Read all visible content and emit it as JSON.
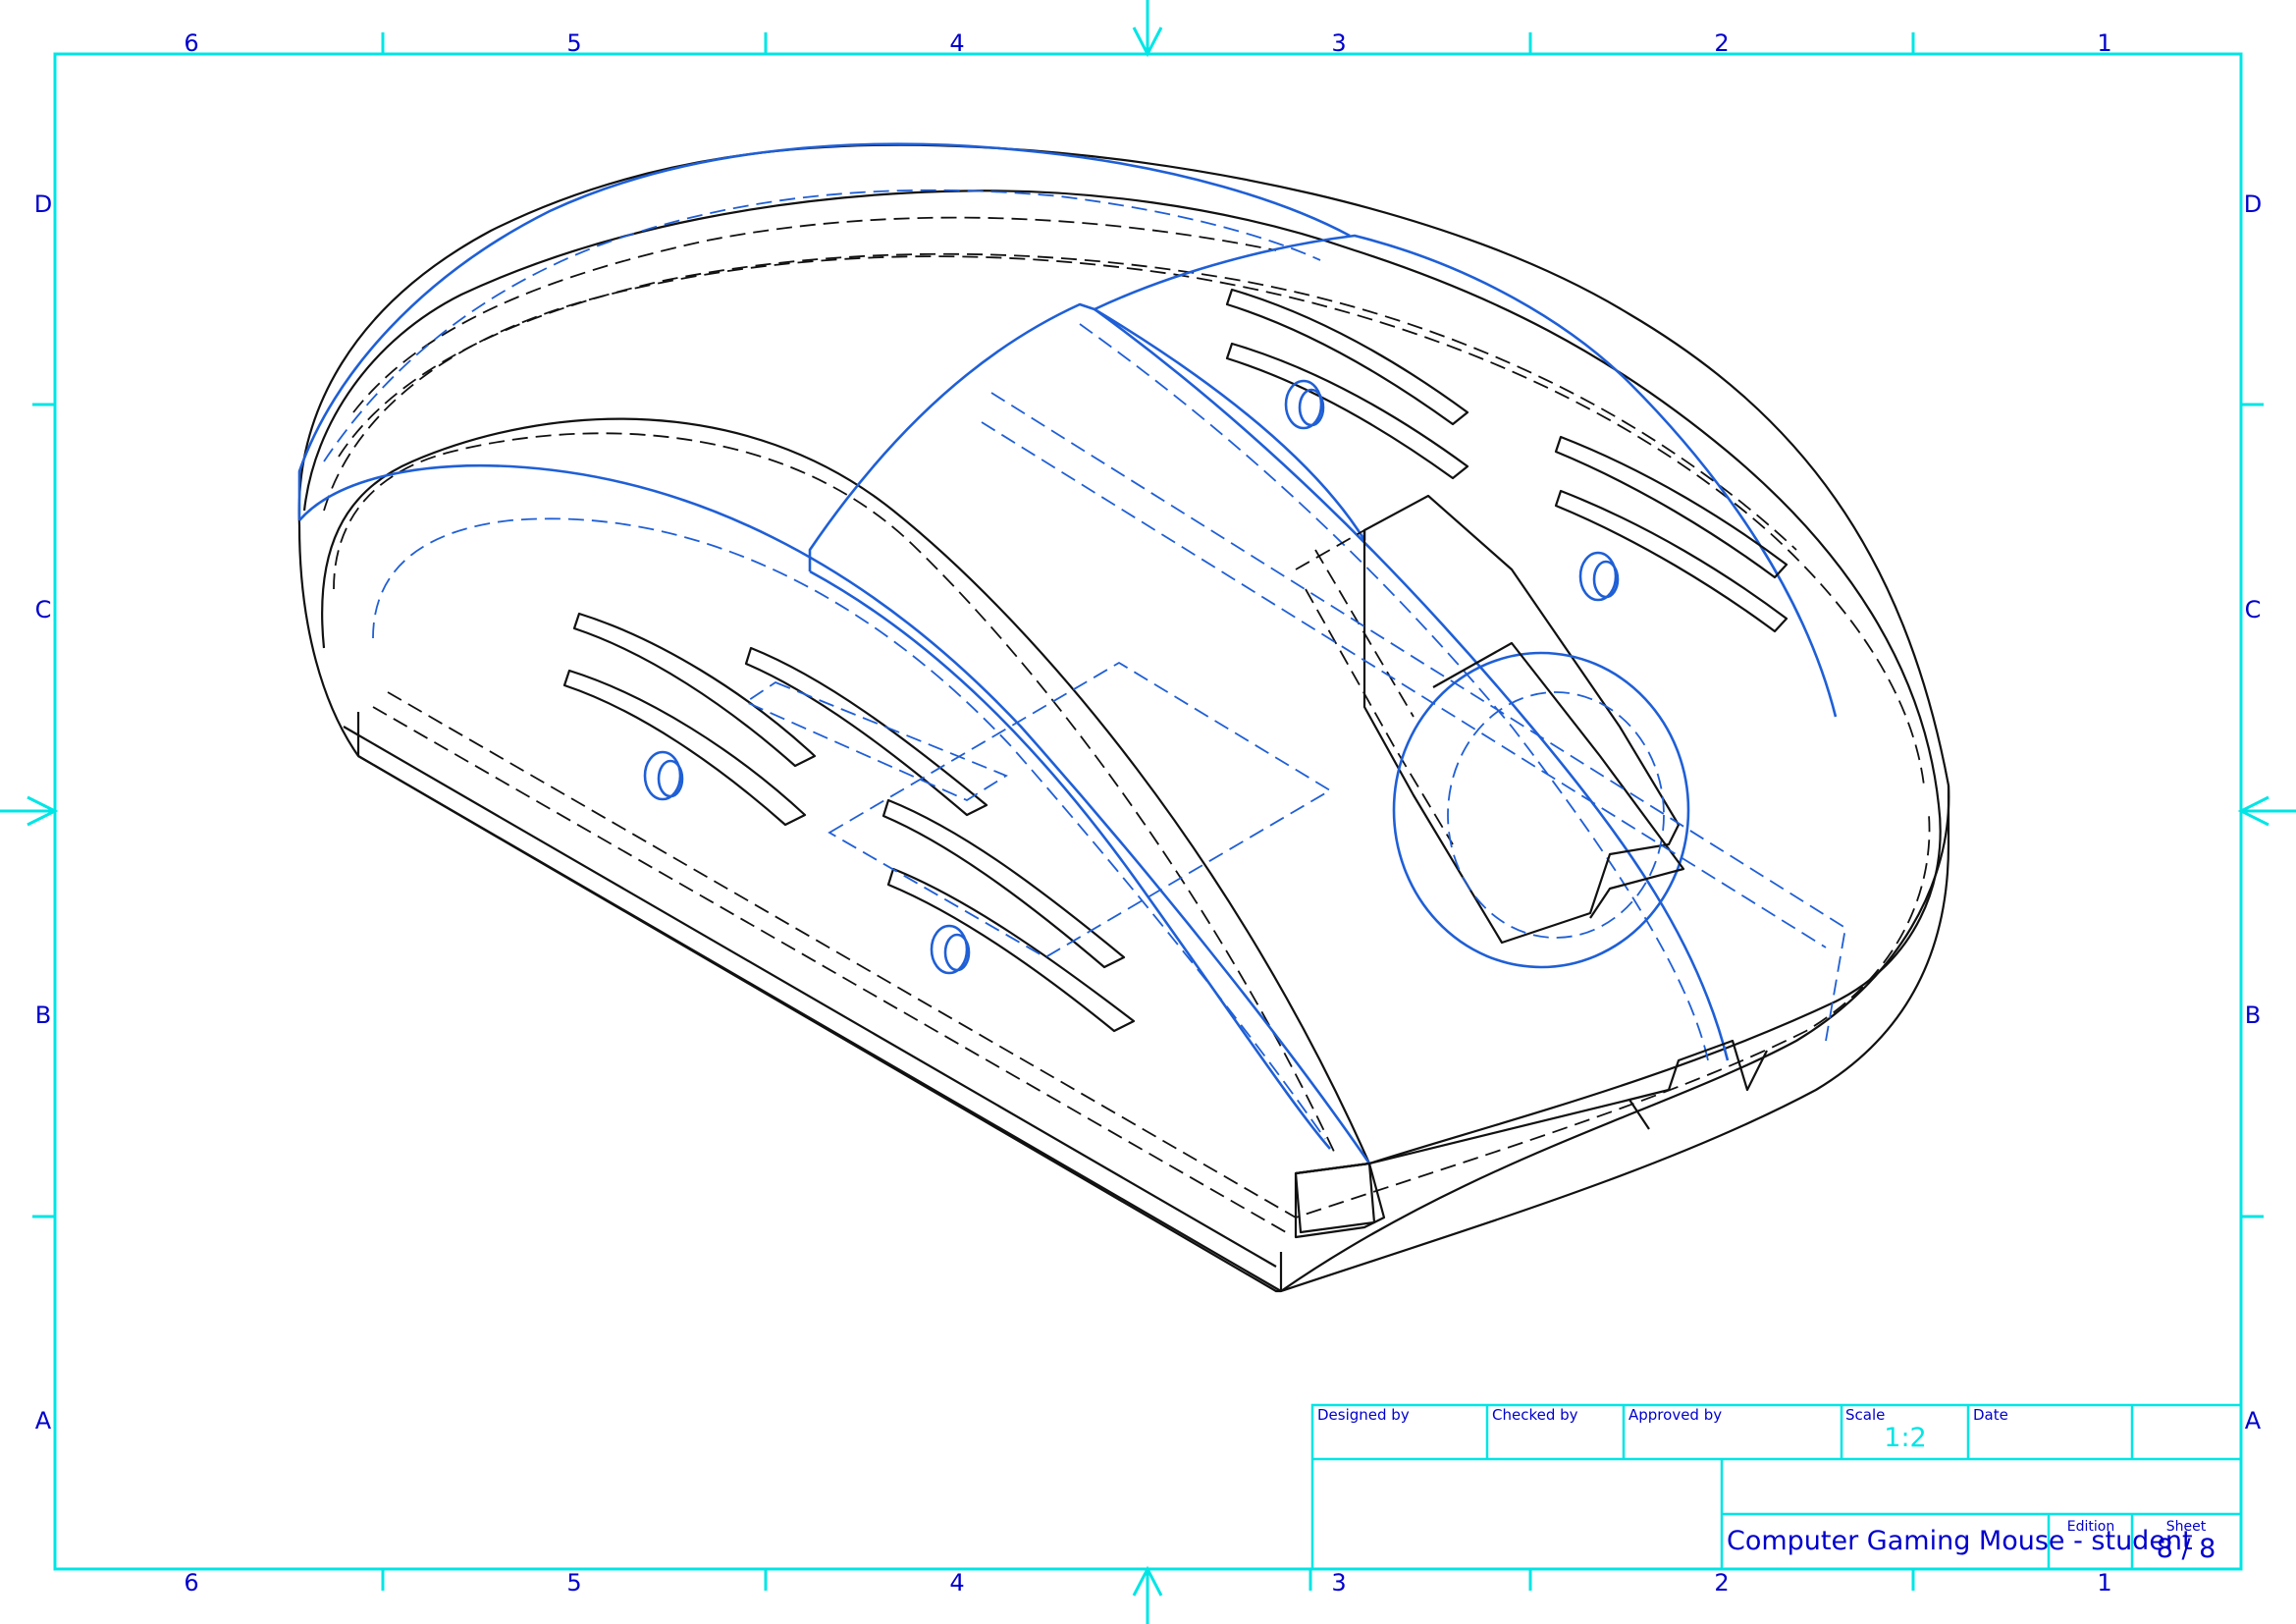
{
  "frame": {
    "columns": [
      "6",
      "5",
      "4",
      "3",
      "2",
      "1"
    ],
    "rows": [
      "D",
      "C",
      "B",
      "A"
    ]
  },
  "title_block": {
    "designed_by_label": "Designed by",
    "checked_by_label": "Checked by",
    "approved_by_label": "Approved by",
    "scale_label": "Scale",
    "scale_value": "1:2",
    "date_label": "Date",
    "title": "Computer Gaming Mouse - student",
    "edition_label": "Edition",
    "sheet_label": "Sheet",
    "sheet_value": "8 / 8"
  },
  "colors": {
    "frame": "#00e5e5",
    "text": "#0000cc",
    "visible_edges": "#111111",
    "highlight_edges": "#1f5fd6"
  }
}
